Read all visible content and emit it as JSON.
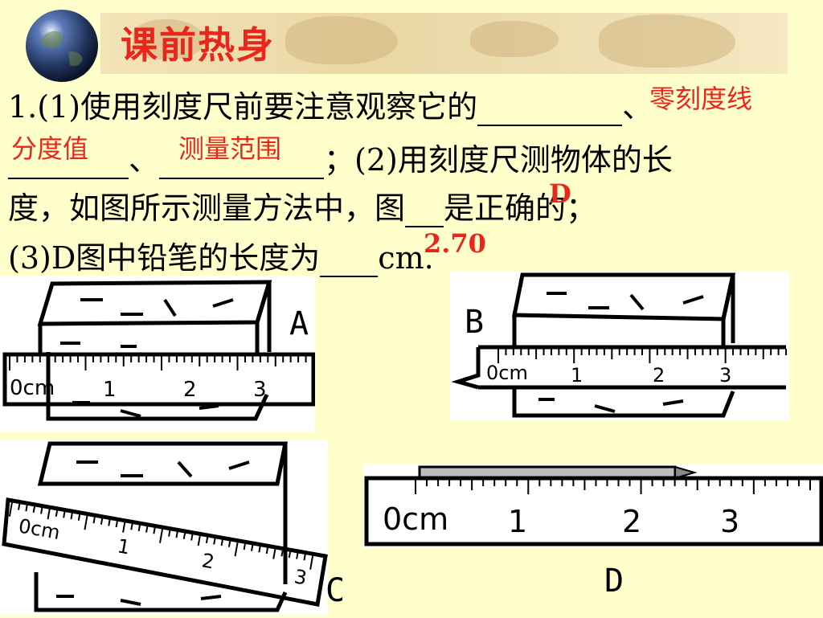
{
  "header": {
    "title": "课前热身",
    "globe_icon": "globe-icon"
  },
  "question": {
    "line1_prefix": "1.(1)使用刻度尺前要注意观察它的",
    "line1_sep": "、",
    "line2_sep": "、",
    "line2_suffix": "；(2)用刻度尺测物体的长",
    "line3_prefix": "度，如图所示测量方法中，图",
    "line3_suffix": "是正确的；",
    "line4_prefix": "(3)D图中铅笔的长度为",
    "line4_suffix": "cm."
  },
  "answers": {
    "zero_line": "零刻度线",
    "division": "分度值",
    "range": "测量范围",
    "correct_fig": "D",
    "length": "2.70"
  },
  "figures": {
    "A": {
      "label": "A",
      "ticks": [
        "0cm",
        "1",
        "2",
        "3"
      ]
    },
    "B": {
      "label": "B",
      "ticks": [
        "0cm",
        "1",
        "2",
        "3"
      ]
    },
    "C": {
      "label": "C",
      "ticks": [
        "0cm",
        "1",
        "2",
        "3"
      ]
    },
    "D": {
      "label": "D",
      "ticks": [
        "0cm",
        "1",
        "2",
        "3"
      ]
    }
  },
  "colors": {
    "background": "#FFFFCC",
    "accent": "#E8261C"
  }
}
